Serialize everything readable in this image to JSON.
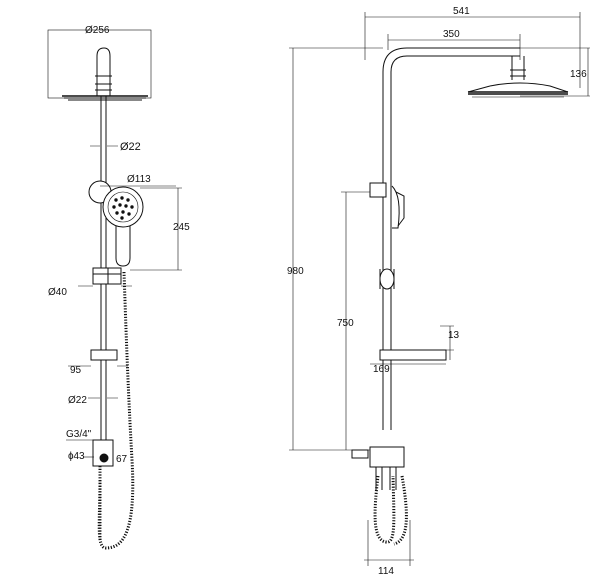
{
  "front_view": {
    "d_head": "Ø256",
    "d_pipe_top": "Ø22",
    "d_handshower": "Ø113",
    "h_handshower": "245",
    "d_holder": "Ø40",
    "w_shelf": "95",
    "d_pipe_low": "Ø22",
    "thread": "G3/4\"",
    "d_mixer": "ɸ43",
    "h_mixer": "67"
  },
  "side_view": {
    "overall_reach": "541",
    "arm_reach": "350",
    "head_height": "136",
    "total_height": "980",
    "slider_height": "750",
    "shelf_thickness": "13",
    "shelf_depth": "169",
    "base_width": "114"
  },
  "colors": {
    "line": "#111111",
    "background": "#ffffff"
  }
}
